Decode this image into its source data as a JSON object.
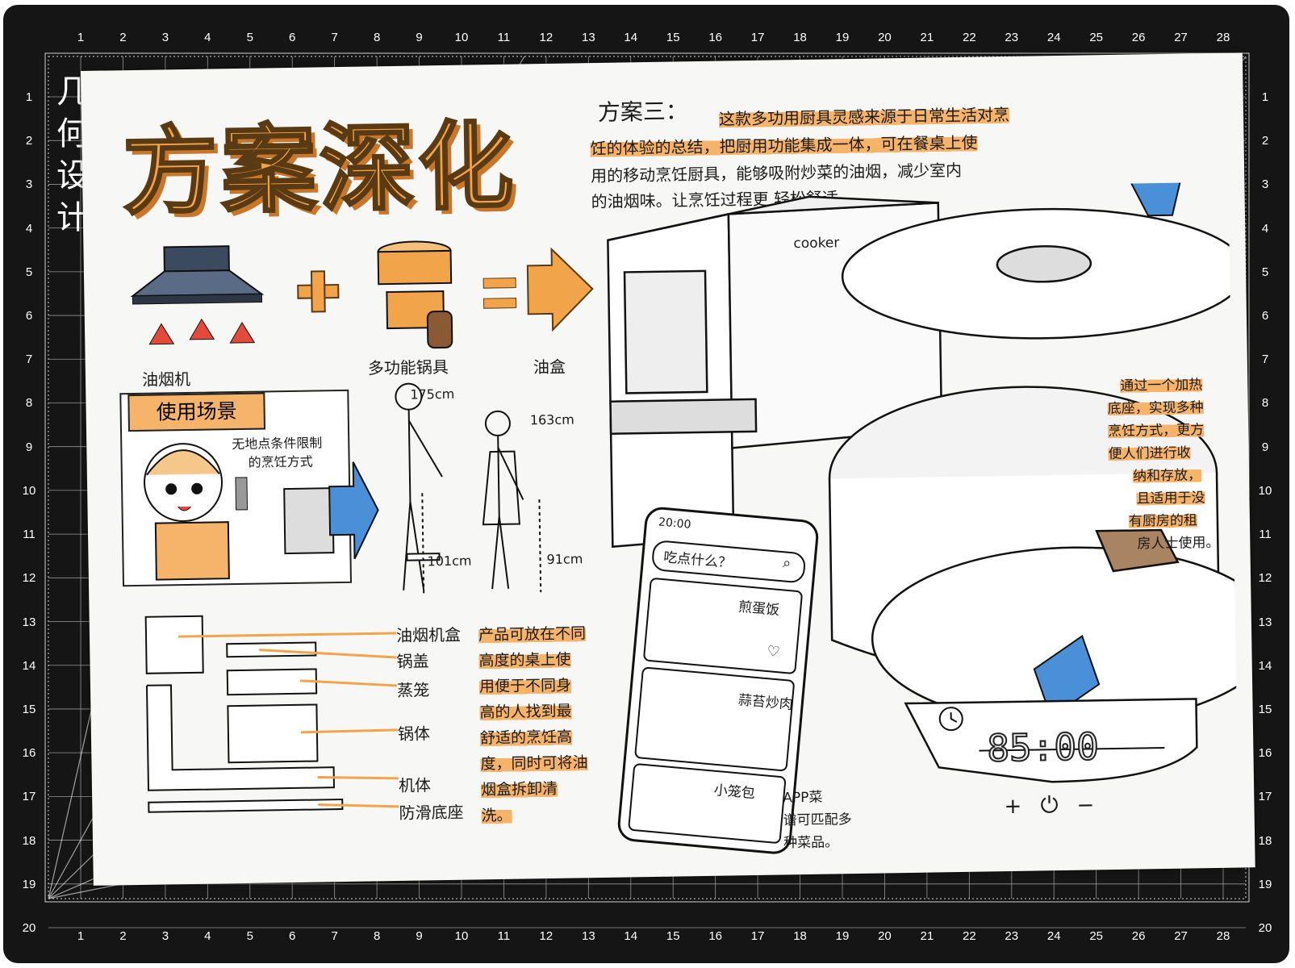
{
  "ruler": {
    "top": [
      "1",
      "2",
      "3",
      "4",
      "5",
      "6",
      "7",
      "8",
      "9",
      "10",
      "11",
      "12",
      "13",
      "14",
      "15",
      "16",
      "17",
      "18",
      "19",
      "20",
      "21",
      "22",
      "23",
      "24",
      "25",
      "26",
      "27",
      "28"
    ],
    "side": [
      "1",
      "2",
      "3",
      "4",
      "5",
      "6",
      "7",
      "8",
      "9",
      "10",
      "11",
      "12",
      "13",
      "14",
      "15",
      "16",
      "17",
      "18",
      "19",
      "20"
    ]
  },
  "side_title": [
    "几",
    "何",
    "设",
    "计"
  ],
  "sheet": {
    "title": "方案深化",
    "plan_label": "方案三：",
    "desc_lines": [
      "这款多功用厨具灵感来源于日常生活对烹",
      "饪的体验的总结，把厨用功能集成一体，可在餐桌上使",
      "用的移动烹饪厨具，能够吸附炒菜的油烟，减少室内",
      "的油烟味。让烹饪过程更  轻松舒适。"
    ],
    "equation": {
      "hood_label": "油烟机",
      "pot_label": "多功能锅具",
      "oil_box_label": "油盒",
      "cooker_text": "cooker"
    },
    "scene": {
      "tag": "使用场景",
      "note_lines": [
        "无地点条件限制",
        "的烹饪方式"
      ]
    },
    "dimensions": {
      "male_height": "175cm",
      "female_height": "163cm",
      "male_table": "101cm",
      "female_table": "91cm"
    },
    "parts": [
      "油烟机盒",
      "锅盖",
      "蒸笼",
      "锅体",
      "机体",
      "防滑底座"
    ],
    "parts_note_lines": [
      "产品可放在不同",
      "高度的桌上使",
      "用便于不同身",
      "高的人找到最",
      "舒适的烹饪高",
      "度，同时可将油",
      "烟盒拆卸清",
      "洗。"
    ],
    "right_note_lines": [
      "通过一个加热",
      "底座，实现多种",
      "烹饪方式，更方",
      "便人们进行收",
      "纳和存放，",
      "且适用于没",
      "有厨房的租",
      "房人士使用。"
    ],
    "phone": {
      "time": "20:00",
      "search_text": "吃点什么？",
      "dishes": [
        "煎蛋饭",
        "蒜苔炒肉",
        "小笼包"
      ]
    },
    "app_note_lines": [
      "APP菜",
      "谱可匹配多",
      "种菜品。"
    ],
    "base_display": "85:00",
    "control_symbols": [
      "+",
      "⏻",
      "−"
    ]
  },
  "colors": {
    "mat": "#151515",
    "orange": "#f2a44a",
    "blue": "#4a90d9",
    "paper": "#f7f7f5"
  }
}
